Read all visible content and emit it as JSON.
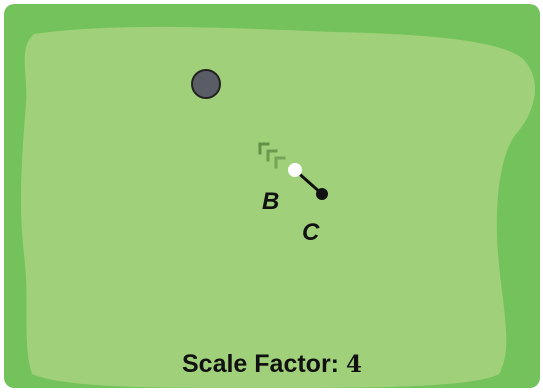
{
  "colors": {
    "outer_green": "#73c25b",
    "inner_green": "#a0d17a",
    "hole": "#5a5d66",
    "ball": "#ffffff",
    "aim_line": "#111111",
    "chevron_trail": "#5f9146",
    "text": "#111111"
  },
  "points": {
    "b_label": "B",
    "c_label": "C"
  },
  "scale": {
    "label": "Scale Factor:",
    "value": "4"
  },
  "icons": {
    "hole": "golf-hole-icon",
    "ball": "golf-ball-icon",
    "target": "target-dot-icon",
    "trail": "chevron-trail-icon"
  }
}
